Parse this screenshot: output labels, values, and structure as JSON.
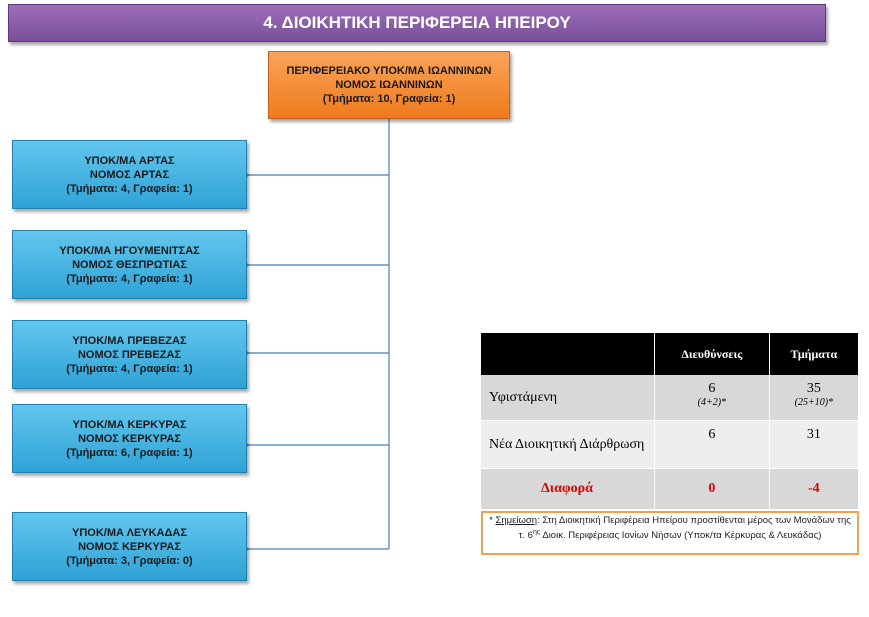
{
  "title": "4. ΔΙΟΙΚΗΤΙΚΗ ΠΕΡΙΦΕΡΕΙΑ ΗΠΕΙΡΟΥ",
  "main_box": {
    "line1": "ΠΕΡΙΦΕΡΕΙΑΚΟ ΥΠΟΚ/ΜΑ ΙΩΑΝΝΙΝΩΝ",
    "line2": "ΝΟΜΟΣ ΙΩΑΝΝΙΝΩΝ",
    "line3": "(Τμήματα: 10, Γραφεία: 1)"
  },
  "sub_boxes": [
    {
      "line1": "ΥΠΟΚ/ΜΑ ΑΡΤΑΣ",
      "line2": "ΝΟΜΟΣ ΑΡΤΑΣ",
      "line3": "(Τμήματα: 4, Γραφεία: 1)"
    },
    {
      "line1": "ΥΠΟΚ/ΜΑ ΗΓΟΥΜΕΝΙΤΣΑΣ",
      "line2": "ΝΟΜΟΣ ΘΕΣΠΡΩΤΙΑΣ",
      "line3": "(Τμήματα: 4, Γραφεία: 1)"
    },
    {
      "line1": "ΥΠΟΚ/ΜΑ ΠΡΕΒΕΖΑΣ",
      "line2": "ΝΟΜΟΣ ΠΡΕΒΕΖΑΣ",
      "line3": "(Τμήματα: 4, Γραφεία: 1)"
    },
    {
      "line1": "ΥΠΟΚ/ΜΑ ΚΕΡΚΥΡΑΣ",
      "line2": "ΝΟΜΟΣ ΚΕΡΚΥΡΑΣ",
      "line3": "(Τμήματα: 6, Γραφεία: 1)"
    },
    {
      "line1": "ΥΠΟΚ/ΜΑ ΛΕΥΚΑΔΑΣ",
      "line2": "ΝΟΜΟΣ ΚΕΡΚΥΡΑΣ",
      "line3": "(Τμήματα: 3, Γραφεία: 0)"
    }
  ],
  "table": {
    "headers": [
      "",
      "Διευθύνσεις",
      "Τμήματα"
    ],
    "rows": [
      {
        "label": "Υφιστάμενη",
        "dir": "6",
        "dir_sub": "(4+2)*",
        "dept": "35",
        "dept_sub": "(25+10)*"
      },
      {
        "label": "Νέα Διοικητική Διάρθρωση",
        "dir": "6",
        "dept": "31"
      },
      {
        "label": "Διαφορά",
        "dir": "0",
        "dept": "-4"
      }
    ]
  },
  "note": {
    "star": "* ",
    "label": "Σημείωση",
    "text": ": Στη Διοικητική Περιφέρεια Ηπείρου προστίθενται μέρος των Μονάδων της τ. 6",
    "sup": "ης",
    "text2": " Διοικ. Περιφέρειας Ιονίων Νήσων (Υποκ/τα Κέρκυρας & Λευκάδας)"
  },
  "colors": {
    "title": "#8a5ea8",
    "main_box": "#f28a2e",
    "sub_box": "#3ab0e0",
    "connector": "#4a7ebb",
    "diff_red": "#e00000",
    "note_border": "#f0a050"
  }
}
